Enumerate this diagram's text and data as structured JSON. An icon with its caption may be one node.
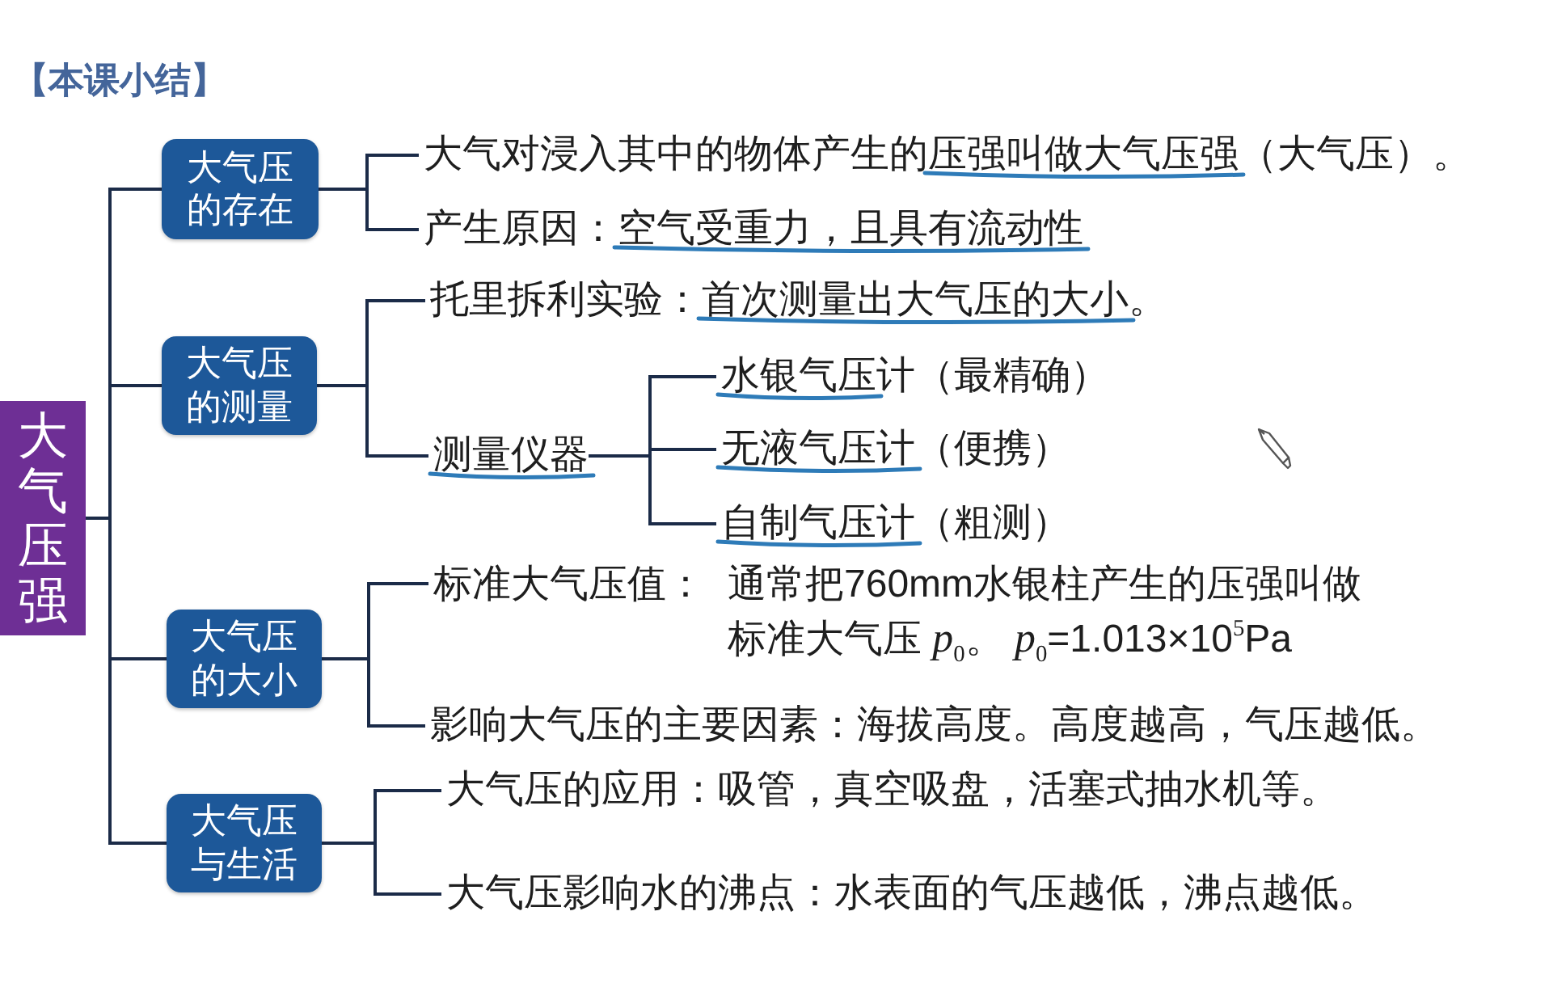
{
  "diagram": {
    "title": "【本课小结】",
    "nodes": [
      {
        "text": [
          "大气压强"
        ]
      },
      {
        "text": [
          "大气压的存在"
        ]
      },
      {
        "text": [
          "大气压的测量"
        ]
      },
      {
        "text": [
          "大气压的大小"
        ]
      },
      {
        "text": [
          "大气压与生活"
        ]
      },
      {
        "text": [
          "大气对浸入其中的物体产生的压强叫做大气压强（大气压）。"
        ]
      },
      {
        "text": [
          "产生原因：空气受重力，且具有流动性"
        ]
      },
      {
        "text": [
          "托里拆利实验：首次测量出大气压的大小。"
        ]
      },
      {
        "text": [
          "测量仪器"
        ]
      },
      {
        "text": [
          "水银气压计（最精确）"
        ]
      },
      {
        "text": [
          "无液气压计（便携）"
        ]
      },
      {
        "text": [
          "自制气压计（粗测）"
        ]
      },
      {
        "text": [
          "标准大气压值：",
          "通常把760mm水银柱产生的压强叫做标准大气压 *p*$_{0}$。 *p*$_{0}$=1.013×10$^{5}$Pa"
        ]
      },
      {
        "text": [
          "影响大气压的主要因素：海拔高度。高度越高，气压越低。"
        ]
      },
      {
        "text": [
          "大气压的应用：吸管，真空吸盘，活塞式抽水机等。"
        ]
      },
      {
        "text": [
          "大气压影响水的沸点：水表面的气压越低，沸点越低。"
        ]
      }
    ],
    "edges": [
      {
        "from": 0,
        "to": 1,
        "arrow": "none"
      },
      {
        "from": 0,
        "to": 2,
        "arrow": "none"
      },
      {
        "from": 0,
        "to": 3,
        "arrow": "none"
      },
      {
        "from": 0,
        "to": 4,
        "arrow": "none"
      },
      {
        "from": 1,
        "to": 5,
        "arrow": "none"
      },
      {
        "from": 1,
        "to": 6,
        "arrow": "none"
      },
      {
        "from": 2,
        "to": 7,
        "arrow": "none"
      },
      {
        "from": 2,
        "to": 8,
        "arrow": "none"
      },
      {
        "from": 8,
        "to": 9,
        "arrow": "none"
      },
      {
        "from": 8,
        "to": 10,
        "arrow": "none"
      },
      {
        "from": 8,
        "to": 11,
        "arrow": "none"
      },
      {
        "from": 3,
        "to": 12,
        "arrow": "none"
      },
      {
        "from": 3,
        "to": 13,
        "arrow": "none"
      },
      {
        "from": 4,
        "to": 14,
        "arrow": "none"
      },
      {
        "from": 4,
        "to": 15,
        "arrow": "none"
      }
    ]
  }
}
